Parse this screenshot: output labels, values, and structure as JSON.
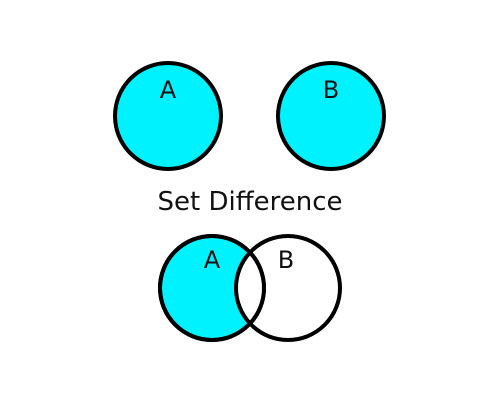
{
  "title": "Set Difference",
  "sets": {
    "a_label": "A",
    "b_label": "B"
  },
  "colors": {
    "fill": "#00f2ff",
    "stroke": "#000000",
    "background": "#ffffff",
    "text": "#111111"
  }
}
